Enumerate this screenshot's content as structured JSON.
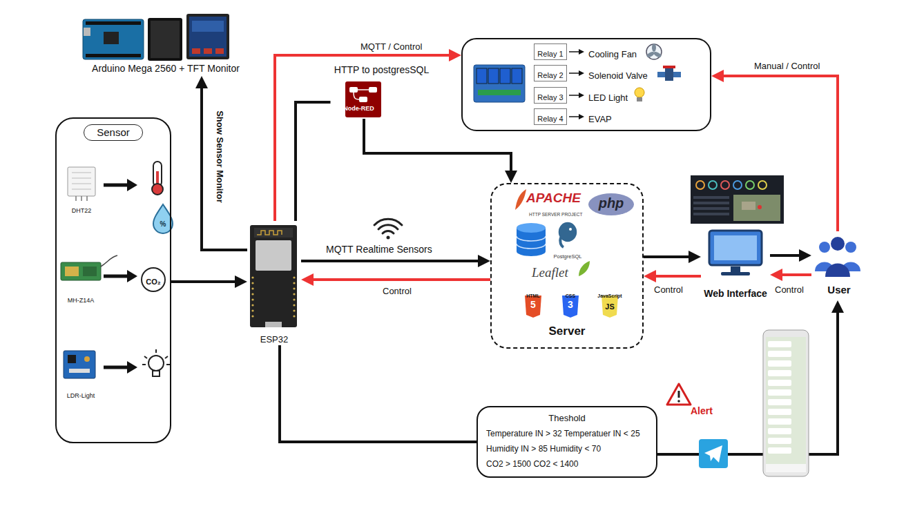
{
  "diagram": {
    "nodes": [
      {
        "text": [
          "Sensor"
        ]
      },
      {
        "text": [
          "Arduino Mega 2560 + TFT Monitor"
        ]
      },
      {
        "text": [
          "ESP32"
        ]
      },
      {
        "text": [
          "Cooling Fan",
          "Solenoid Valve",
          "LED Light",
          "EVAP"
        ]
      },
      {
        "text": [
          "Relay 1"
        ],
        "in": 3
      },
      {
        "text": [
          "Relay 2"
        ],
        "in": 3
      },
      {
        "text": [
          "Relay 3"
        ],
        "in": 3
      },
      {
        "text": [
          "Relay 4"
        ],
        "in": 3
      },
      {
        "text": [
          "HTTP to postgresSQL",
          "Node-RED"
        ]
      },
      {
        "text": [
          "Server"
        ]
      },
      {
        "text": [
          "Web Interface"
        ]
      },
      {
        "text": [
          "User"
        ]
      },
      {
        "text": [
          "Theshold",
          "Temperature IN > 32 Temperatuer IN < 25",
          "Humidity IN > 85 Humidity < 70",
          "CO2 > 1500 CO2 < 1400"
        ]
      }
    ],
    "edges": [
      {
        "from": 0,
        "to": 2,
        "arrow": "to"
      },
      {
        "from": 2,
        "to": 1,
        "label": "Show Sensor Monitor",
        "arrow": "to"
      },
      {
        "from": 2,
        "to": 3,
        "label": "MQTT / Control",
        "arrow": "to"
      },
      {
        "from": 2,
        "to": 8,
        "arrow": "none"
      },
      {
        "from": 8,
        "to": 9,
        "arrow": "to"
      },
      {
        "from": 2,
        "to": 9,
        "label": "MQTT Realtime Sensors",
        "arrow": "to"
      },
      {
        "from": 9,
        "to": 2,
        "label": "Control",
        "arrow": "to"
      },
      {
        "from": 9,
        "to": 10,
        "arrow": "to"
      },
      {
        "from": 10,
        "to": 9,
        "label": "Control",
        "arrow": "to"
      },
      {
        "from": 10,
        "to": 11,
        "arrow": "to"
      },
      {
        "from": 11,
        "to": 10,
        "label": "Control",
        "arrow": "to"
      },
      {
        "from": 11,
        "to": 3,
        "label": "Manual / Control",
        "arrow": "to"
      },
      {
        "from": 2,
        "to": 12,
        "arrow": "none"
      },
      {
        "from": 12,
        "to": 11,
        "arrow": "to"
      }
    ],
    "labels": [
      "%",
      "DHT22",
      "CO₂",
      "MH-Z14A",
      "LDR-Light",
      "APACHE",
      "HTTP SERVER PROJECT",
      "php",
      "PostgreSQL",
      "Leaflet",
      "HTML",
      "5",
      "CSS",
      "3",
      "JavaScript",
      "JS",
      "Alert"
    ]
  }
}
